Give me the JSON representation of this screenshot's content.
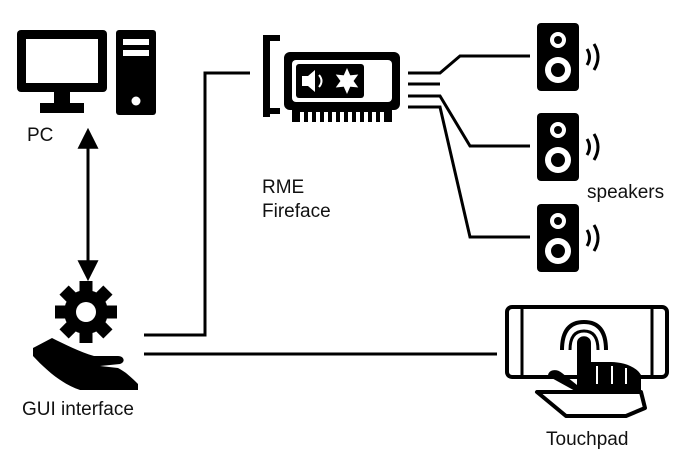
{
  "colors": {
    "background": "#ffffff",
    "ink": "#000000"
  },
  "nodes": {
    "pc": {
      "label": "PC",
      "icon": "desktop-computer-icon"
    },
    "interface": {
      "label_line1": "RME",
      "label_line2": "Fireface",
      "icon": "audio-interface-card-icon"
    },
    "speakers": {
      "label": "speakers",
      "icon": "speaker-icon",
      "count": 3
    },
    "gui": {
      "label": "GUI interface",
      "icon": "gear-in-hand-icon"
    },
    "touchpad": {
      "label": "Touchpad",
      "icon": "touch-hand-icon"
    }
  },
  "connections": [
    {
      "from": "pc",
      "to": "gui",
      "bidirectional": true
    },
    {
      "from": "gui",
      "to": "interface"
    },
    {
      "from": "interface",
      "to": "speakers"
    },
    {
      "from": "gui",
      "to": "touchpad"
    }
  ]
}
